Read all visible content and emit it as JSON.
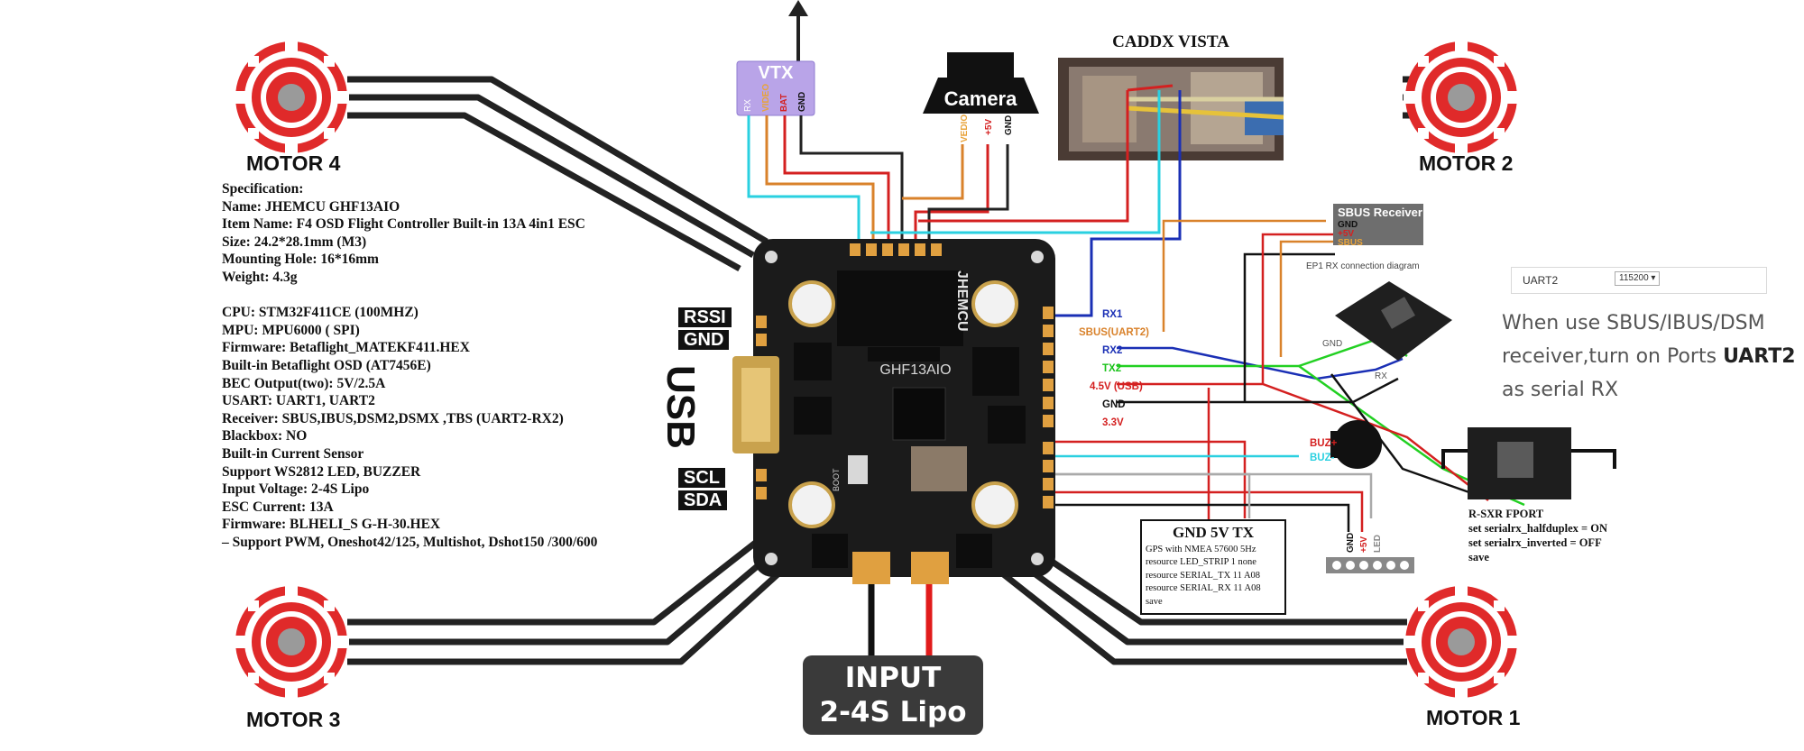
{
  "motors": [
    {
      "label": "MOTOR 4"
    },
    {
      "label": "MOTOR 2"
    },
    {
      "label": "MOTOR 3"
    },
    {
      "label": "MOTOR 1"
    }
  ],
  "spec": {
    "lines": [
      "Specification:",
      "Name: JHEMCU GHF13AIO",
      "Item Name: F4 OSD Flight Controller Built-in 13A 4in1 ESC",
      "Size: 24.2*28.1mm (M3)",
      "Mounting Hole: 16*16mm",
      "Weight: 4.3g",
      "",
      "CPU: STM32F411CE (100MHZ)",
      "MPU: MPU6000 ( SPI)",
      "Firmware: Betaflight_MATEKF411.HEX",
      "Built-in Betaflight OSD (AT7456E)",
      "BEC Output(two): 5V/2.5A",
      "USART: UART1, UART2",
      "Receiver: SBUS,IBUS,DSM2,DSMX ,TBS (UART2-RX2)",
      "Blackbox: NO",
      "Built-in Current Sensor",
      "Support WS2812 LED, BUZZER",
      "Input Voltage: 2-4S Lipo",
      "ESC Current: 13A",
      "Firmware: BLHELI_S G-H-30.HEX",
      "– Support PWM, Oneshot42/125, Multishot, Dshot150 /300/600"
    ]
  },
  "vtx": {
    "title": "VTX",
    "pins": [
      "RX",
      "VIDEO",
      "BAT",
      "GND"
    ]
  },
  "camera": {
    "label": "Camera",
    "pins": [
      "VEDIO",
      "+5V",
      "GND"
    ]
  },
  "caddx": {
    "title": "CADDX  VISTA"
  },
  "board": {
    "brand": "JHEMCU",
    "model": "GHF13AIO",
    "boot": "BOOT"
  },
  "side_pads": {
    "rssi": "RSSI",
    "gnd": "GND",
    "usb": "USB",
    "scl": "SCL",
    "sda": "SDA"
  },
  "right_pads": [
    {
      "label": "RX1",
      "color": "#1a2fb5"
    },
    {
      "label": "SBUS(UART2)",
      "color": "#d9822b"
    },
    {
      "label": "RX2",
      "color": "#1a2fb5"
    },
    {
      "label": "TX2",
      "color": "#19c219"
    },
    {
      "label": "4.5V (USB)",
      "color": "#d42020"
    },
    {
      "label": "GND",
      "color": "#111111"
    },
    {
      "label": "3.3V",
      "color": "#d42020"
    }
  ],
  "buzzer": {
    "plus": "BUZ+",
    "minus": "BUZ-"
  },
  "sbus_receiver": {
    "title": "SBUS Receiver",
    "pins": [
      "GND",
      "+5V",
      "SBUS"
    ],
    "caption": "EP1 RX connection diagram"
  },
  "ep1": {
    "gnd": "GND",
    "rx": "RX"
  },
  "uart_panel": {
    "port": "UART2",
    "baud": "115200"
  },
  "hint": {
    "line1": "When use SBUS/IBUS/DSM",
    "line2a": "receiver,turn on Ports ",
    "line2b": "UART2",
    "line3": "as serial RX"
  },
  "gps": {
    "title": "GND  5V  TX",
    "lines": [
      "GPS with NMEA 57600 5Hz",
      "resource LED_STRIP 1 none",
      "resource SERIAL_TX 11 A08",
      "resource SERIAL_RX 11 A08",
      "save"
    ]
  },
  "led": {
    "pins": [
      "GND",
      "+5V",
      "LED"
    ]
  },
  "rsxr": {
    "lines": [
      "R-SXR  FPORT",
      "set serialrx_halfduplex = ON",
      "set serialrx_inverted = OFF",
      "save"
    ]
  },
  "input": {
    "line1": "INPUT",
    "line2": "2-4S Lipo"
  },
  "colors": {
    "motor": "#e02a2a",
    "wire_black": "#222222",
    "wire_red": "#e11b1b",
    "wire_blue": "#1a2fb5",
    "wire_cyan": "#2ad0e0",
    "wire_green": "#22d022",
    "wire_orange": "#d9822b",
    "vtx_bg": "#b9a4e8"
  }
}
